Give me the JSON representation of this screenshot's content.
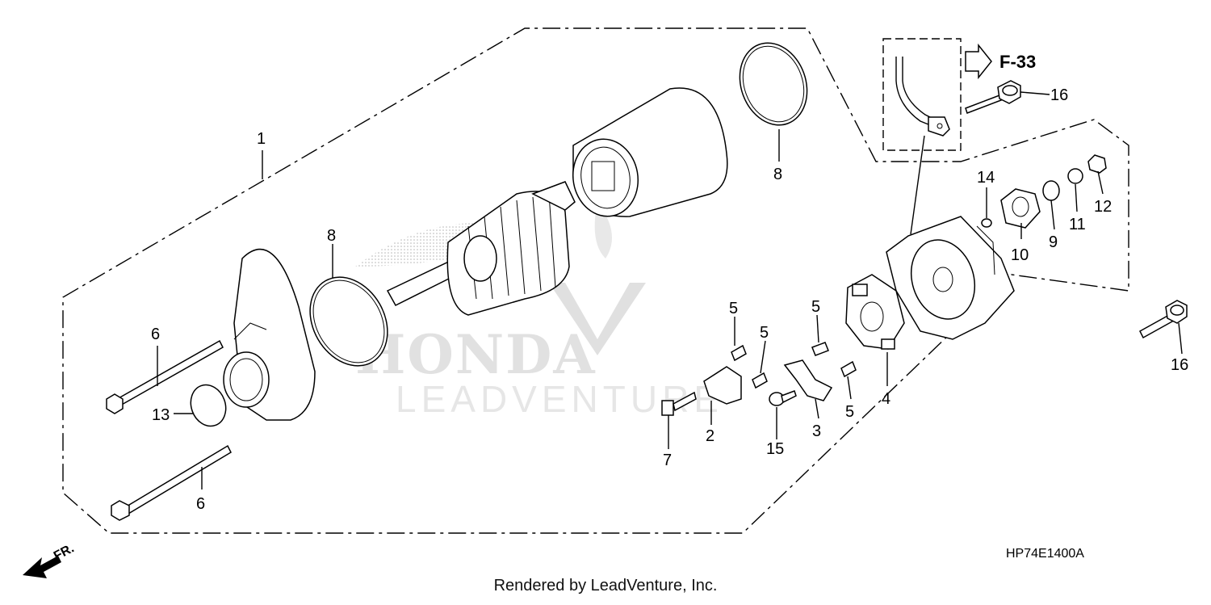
{
  "diagram": {
    "ref_arrow_label": "F-33",
    "drawing_code": "HP74E1400A",
    "front_label": "FR.",
    "watermark_brand": "HONDA",
    "watermark_dealer": "LEADVENTURE",
    "footer": "Rendered by LeadVenture, Inc."
  },
  "callouts": {
    "c1": "1",
    "c2": "2",
    "c3": "3",
    "c4": "4",
    "c5a": "5",
    "c5b": "5",
    "c5c": "5",
    "c5d": "5",
    "c6a": "6",
    "c6b": "6",
    "c7": "7",
    "c8a": "8",
    "c8b": "8",
    "c9": "9",
    "c10": "10",
    "c11": "11",
    "c12": "12",
    "c13": "13",
    "c14": "14",
    "c15": "15",
    "c16a": "16",
    "c16b": "16"
  },
  "colors": {
    "line": "#000000",
    "watermark": "#c9c9c9",
    "background": "#ffffff"
  }
}
